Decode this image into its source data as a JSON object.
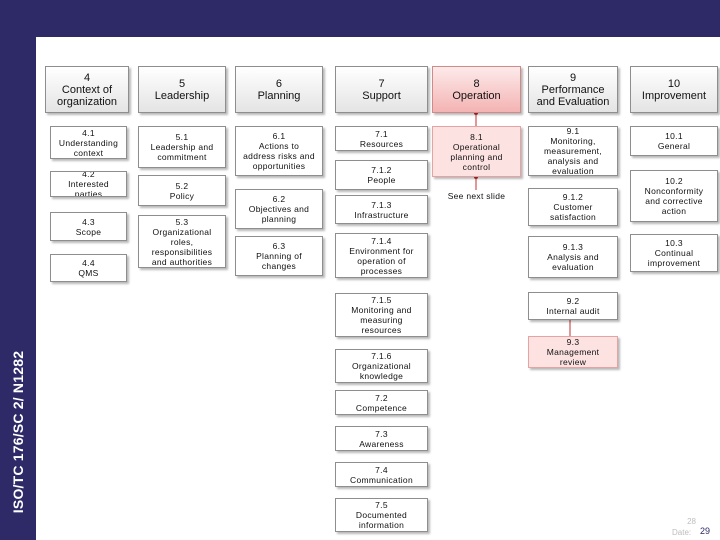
{
  "side_label": "ISO/TC 176/SC 2/ N1282",
  "footer": {
    "page_number": "28",
    "date_label": "Date:",
    "slide_number": "29"
  },
  "next_slide_note": "See next slide",
  "headers": {
    "h4": "4\nContext of\norganization",
    "h5": "5\nLeadership",
    "h6": "6\nPlanning",
    "h7": "7\nSupport",
    "h8": "8\nOperation",
    "h9": "9\nPerformance\nand Evaluation",
    "h10": "10\nImprovement"
  },
  "clauses": {
    "c4_1": "4.1\nUnderstanding\ncontext",
    "c4_2": "4.2\nInterested parties",
    "c4_3": "4.3\nScope",
    "c4_4": "4.4\nQMS",
    "c5_1": "5.1\nLeadership and\ncommitment",
    "c5_2": "5.2\nPolicy",
    "c5_3": "5.3\nOrganizational\nroles,\nresponsibilities\nand authorities",
    "c6_1": "6.1\nActions to\naddress risks and\nopportunities",
    "c6_2": "6.2\nObjectives and\nplanning",
    "c6_3": "6.3\nPlanning of\nchanges",
    "c7_1": "7.1\nResources",
    "c7_1_2": "7.1.2\nPeople",
    "c7_1_3": "7.1.3\nInfrastructure",
    "c7_1_4": "7.1.4\nEnvironment for\noperation of\nprocesses",
    "c7_1_5": "7.1.5\nMonitoring and\nmeasuring\nresources",
    "c7_1_6": "7.1.6\nOrganizational\nknowledge",
    "c7_2": "7.2\nCompetence",
    "c7_3": "7.3\nAwareness",
    "c7_4": "7.4\nCommunication",
    "c7_5": "7.5\nDocumented\ninformation",
    "c8_1": "8.1\nOperational\nplanning and\ncontrol",
    "c9_1": "9.1\nMonitoring,\nmeasurement,\nanalysis and\nevaluation",
    "c9_1_2": "9.1.2\nCustomer\nsatisfaction",
    "c9_1_3": "9.1.3\nAnalysis and\nevaluation",
    "c9_2": "9.2\nInternal audit",
    "c9_3": "9.3\nManagement\nreview",
    "c10_1": "10.1\nGeneral",
    "c10_2": "10.2\nNonconformity\nand corrective\naction",
    "c10_3": "10.3\nContinual\nimprovement"
  },
  "colors": {
    "brand": "#2e2a68",
    "highlight": "#f4b3b3",
    "connector": "#c03030"
  }
}
